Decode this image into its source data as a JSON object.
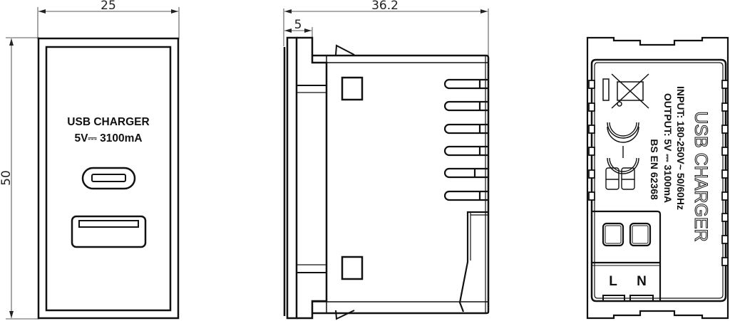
{
  "diagram": {
    "type": "technical-drawing",
    "subject": "USB charger module",
    "line_color": "#111111",
    "background": "#ffffff"
  },
  "front_view": {
    "dim_width": "25",
    "dim_height": "50",
    "label_line1": "USB CHARGER",
    "label_line2": "5V⎓ 3100mA",
    "ports": [
      "usb-c-port",
      "usb-a-port"
    ]
  },
  "side_view": {
    "dim_depth": "36.2",
    "dim_faceplate": "5",
    "fins": 6
  },
  "rear_view": {
    "title": "USB CHARGER",
    "input": "INPUT: 180-250V~ 50/60Hz",
    "output": "OUTPUT: 5V ⎓ 3100mA",
    "standard": "BS EN 62368",
    "marks": [
      "weee-bin-icon",
      "ce-mark",
      "ukca-mark"
    ],
    "terminals": [
      "L",
      "N"
    ]
  }
}
